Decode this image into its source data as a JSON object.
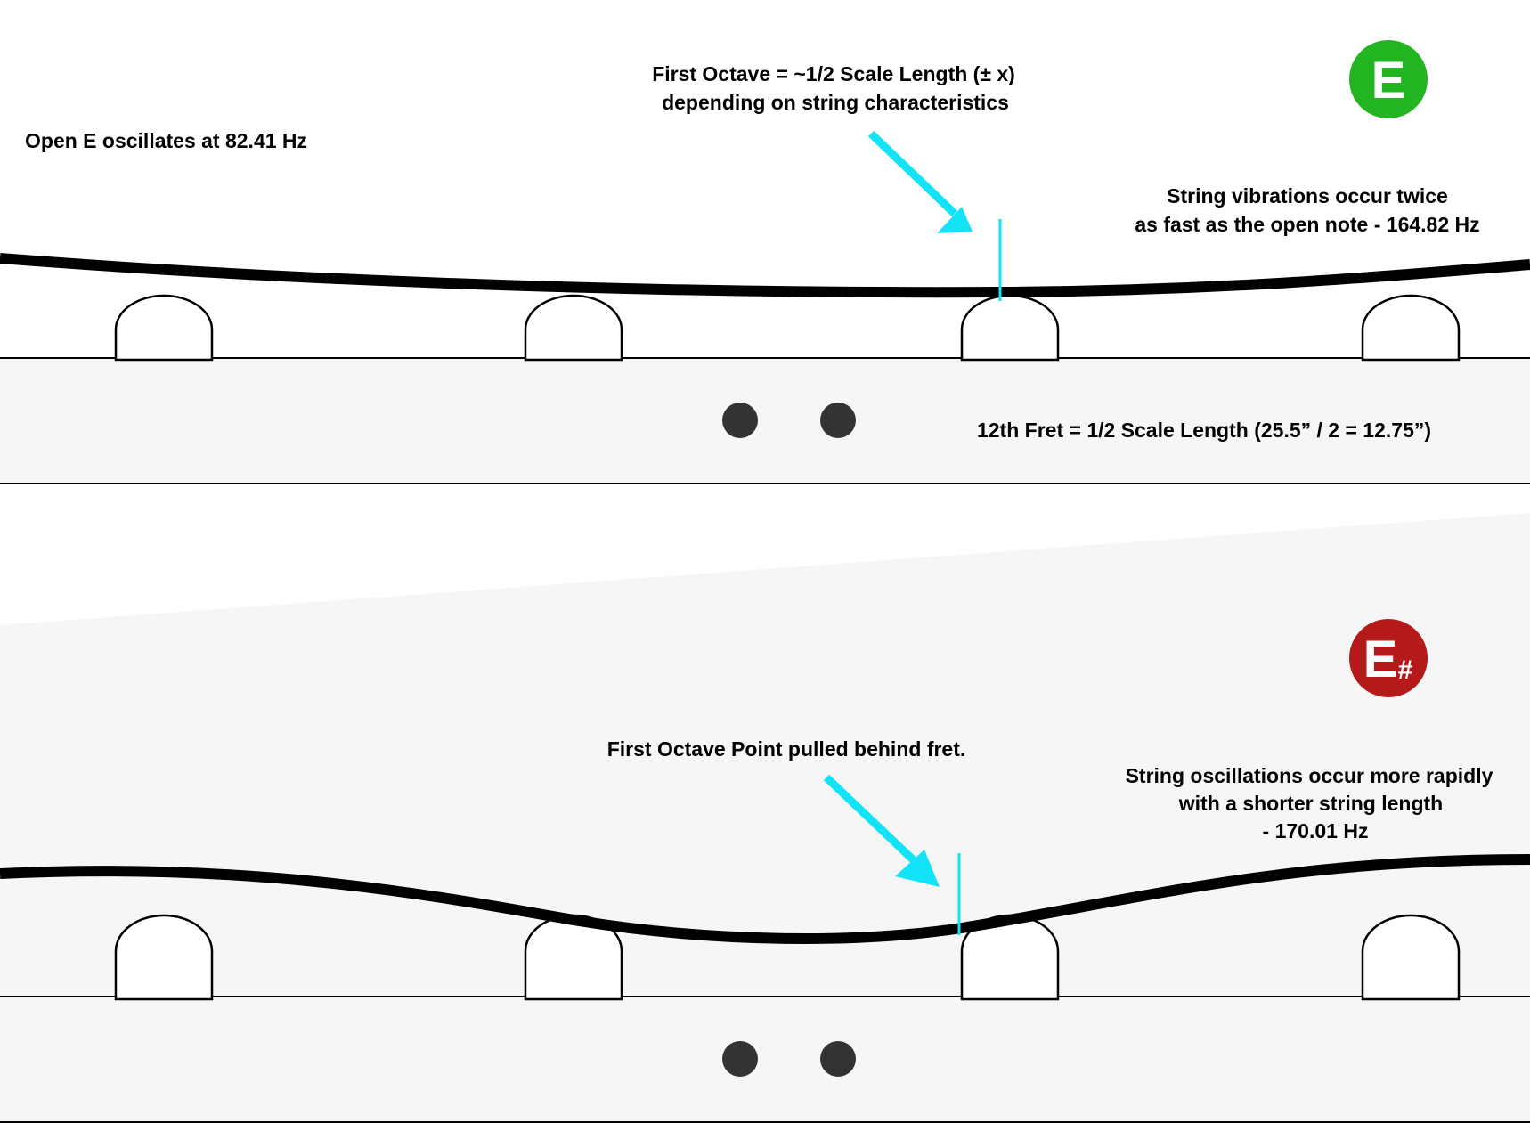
{
  "colors": {
    "string": "#000000",
    "arrow": "#13e3f7",
    "fretboard": "#f6f6f6",
    "inlay": "#333333",
    "badge_in_tune": "#22b521",
    "badge_sharp": "#b41a1a"
  },
  "top_panel": {
    "open_note_label": "Open E oscillates at 82.41 Hz",
    "octave_label": [
      "First Octave = ~1/2 Scale Length (± x)",
      "depending on string characteristics"
    ],
    "vibration_label": [
      "String vibrations occur twice",
      "as fast as the open note - 164.82 Hz"
    ],
    "fret_label": "12th Fret = 1/2 Scale Length (25.5” / 2 = 12.75”)",
    "badge": {
      "note": "E",
      "accidental": ""
    }
  },
  "bottom_panel": {
    "octave_label": "First Octave Point pulled behind fret.",
    "oscillation_label": [
      "String oscillations occur more rapidly",
      "with a shorter string length",
      "- 170.01 Hz"
    ],
    "badge": {
      "note": "E",
      "accidental": "#"
    }
  }
}
